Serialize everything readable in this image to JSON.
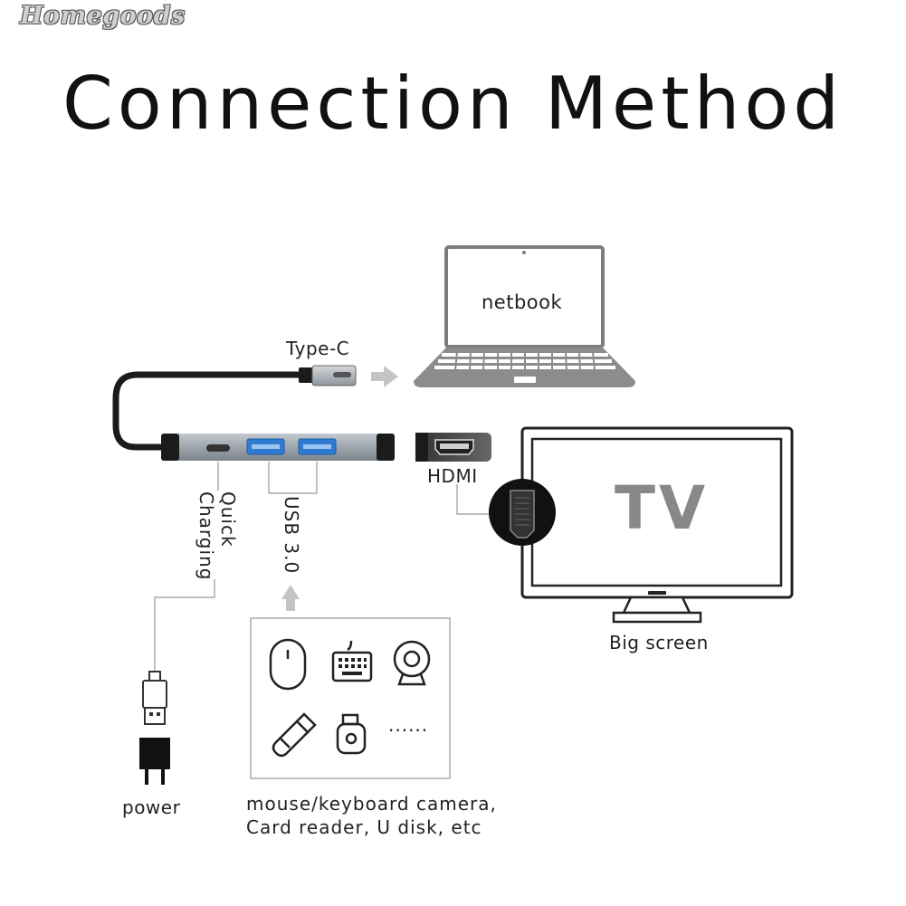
{
  "watermark": "Homegoods",
  "title": "Connection Method",
  "labels": {
    "type_c": "Type-C",
    "netbook": "netbook",
    "hdmi": "HDMI",
    "tv": "TV",
    "big_screen": "Big screen",
    "quick_charging_line1": "Quick",
    "quick_charging_line2": "Charging",
    "usb": "USB 3.0",
    "power": "power",
    "devices_line1": "mouse/keyboard camera,",
    "devices_line2": "Card reader, U disk, etc",
    "more": "......"
  },
  "icons": [
    "mouse-icon",
    "keyboard-icon",
    "webcam-icon",
    "usb-flash-drive-icon",
    "card-reader-icon",
    "usb-plug-icon",
    "power-plug-icon",
    "laptop-icon",
    "tv-icon",
    "hdmi-port-icon"
  ],
  "colors": {
    "hub_body": "#9ea5ad",
    "usb_port": "#2f7bd2",
    "device_gray": "#8c8c8c",
    "tv_text": "#888888"
  }
}
